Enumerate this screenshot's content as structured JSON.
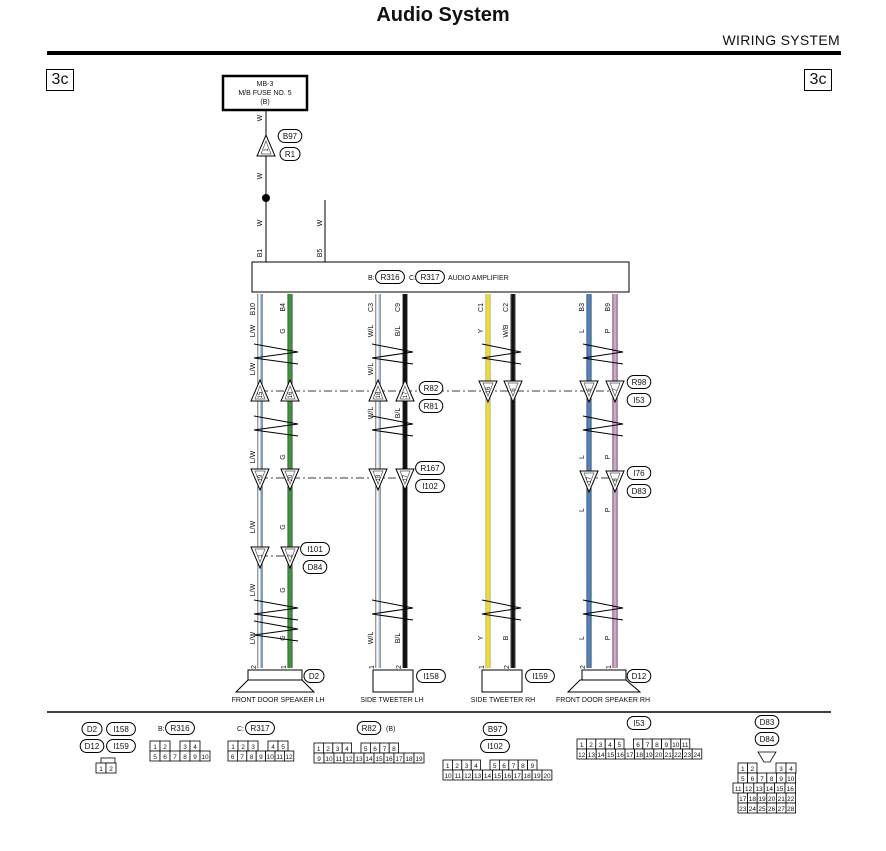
{
  "header": {
    "title": "Audio System",
    "subtitle": "WIRING SYSTEM",
    "section_left": "3c",
    "section_right": "3c"
  },
  "fuse": {
    "line1": "MB-3",
    "line2": "M/B FUSE NO. 5",
    "line3": "(B)"
  },
  "top_wire": {
    "color1": "W",
    "color2": "W",
    "color3": "W",
    "color4": "W"
  },
  "top_connector": {
    "label_a": "B97",
    "label_b": "R1",
    "pin": "1"
  },
  "amp": {
    "label_b": "B:",
    "ref_b": "R316",
    "label_c": "C:",
    "ref_c": "R317",
    "name": "AUDIO AMPLIFIER",
    "pin_b1": "B1",
    "pin_b5": "B5"
  },
  "wires": [
    {
      "pin": "B10",
      "color_code": "L/W",
      "hex": "#5b9bd5"
    },
    {
      "pin": "B4",
      "color_code": "G",
      "hex": "#3a9a3a"
    },
    {
      "pin": "C3",
      "color_code": "W/L",
      "hex": "#9bc3e6"
    },
    {
      "pin": "C9",
      "color_code": "B/L",
      "hex": "#111111"
    },
    {
      "pin": "C1",
      "color_code": "Y",
      "hex": "#f0e020"
    },
    {
      "pin": "C2",
      "color_code": "W/B",
      "hex": "#111111"
    },
    {
      "pin": "B3",
      "color_code": "L",
      "hex": "#4a86c8"
    },
    {
      "pin": "B9",
      "color_code": "P",
      "hex": "#d6a0d0"
    }
  ],
  "lower_codes": [
    "Y",
    "B"
  ],
  "conn_row1": {
    "pins": [
      "15",
      "16",
      "18",
      "17",
      "16",
      "6",
      "6",
      "7"
    ],
    "ref_a": "R82",
    "ref_b": "R81",
    "ref_c": "R98",
    "ref_d": "I53"
  },
  "conn_row2": {
    "pins": [
      "19",
      "20",
      "18",
      "17",
      "17",
      "8"
    ],
    "ref_a": "R167",
    "ref_b": "I102",
    "ref_c": "I76",
    "ref_d": "D83"
  },
  "conn_row3": {
    "pins": [
      "1",
      "2"
    ],
    "ref_a": "I101",
    "ref_b": "D84"
  },
  "bottom_pins": [
    "2",
    "1",
    "1",
    "2",
    "1",
    "2",
    "2",
    "1"
  ],
  "devices": [
    {
      "name": "FRONT DOOR SPEAKER LH",
      "ref": "D2"
    },
    {
      "name": "SIDE TWEETER LH",
      "ref": "I158"
    },
    {
      "name": "SIDE TWEETER RH",
      "ref": "I159"
    },
    {
      "name": "FRONT DOOR SPEAKER RH",
      "ref": "D12"
    }
  ],
  "legend": {
    "c1": {
      "refs": [
        "D2",
        "I158",
        "D12",
        "I159"
      ],
      "pins": [
        "1",
        "2"
      ]
    },
    "c2": {
      "prefix": "B:",
      "ref": "R316",
      "row1": [
        "1",
        "2",
        "3",
        "4"
      ],
      "row2": [
        "5",
        "6",
        "7",
        "8",
        "9",
        "10"
      ]
    },
    "c3": {
      "prefix": "C:",
      "ref": "R317",
      "row1": [
        "1",
        "2",
        "3",
        "4",
        "5"
      ],
      "row2": [
        "6",
        "7",
        "8",
        "9",
        "10",
        "11",
        "12"
      ]
    },
    "c4": {
      "ref": "R82",
      "suffix": "(B)",
      "row1": [
        "1",
        "2",
        "3",
        "4",
        "5",
        "6",
        "7",
        "8"
      ],
      "row2": [
        "9",
        "10",
        "11",
        "12",
        "13",
        "14",
        "15",
        "16",
        "17",
        "18",
        "19"
      ]
    },
    "c5": {
      "refs": [
        "B97",
        "I102"
      ],
      "row1": [
        "1",
        "2",
        "3",
        "4",
        "5",
        "6",
        "7",
        "8",
        "9"
      ],
      "row2": [
        "10",
        "11",
        "12",
        "13",
        "14",
        "15",
        "16",
        "17",
        "18",
        "19",
        "20"
      ]
    },
    "c6": {
      "ref": "I53",
      "row1": [
        "1",
        "2",
        "3",
        "4",
        "5",
        "6",
        "7",
        "8",
        "9",
        "10",
        "11"
      ],
      "row2": [
        "12",
        "13",
        "14",
        "15",
        "16",
        "17",
        "18",
        "19",
        "20",
        "21",
        "22",
        "23",
        "24"
      ]
    },
    "c7": {
      "refs": [
        "D83",
        "D84"
      ],
      "row1": [
        "1",
        "2",
        "3",
        "4"
      ],
      "row2": [
        "5",
        "6",
        "7",
        "8",
        "9",
        "10"
      ],
      "row3": [
        "11",
        "12",
        "13",
        "14",
        "15",
        "16"
      ],
      "row4": [
        "17",
        "18",
        "19",
        "20",
        "21",
        "22"
      ],
      "row5": [
        "23",
        "24",
        "25",
        "26",
        "27",
        "28"
      ]
    }
  }
}
